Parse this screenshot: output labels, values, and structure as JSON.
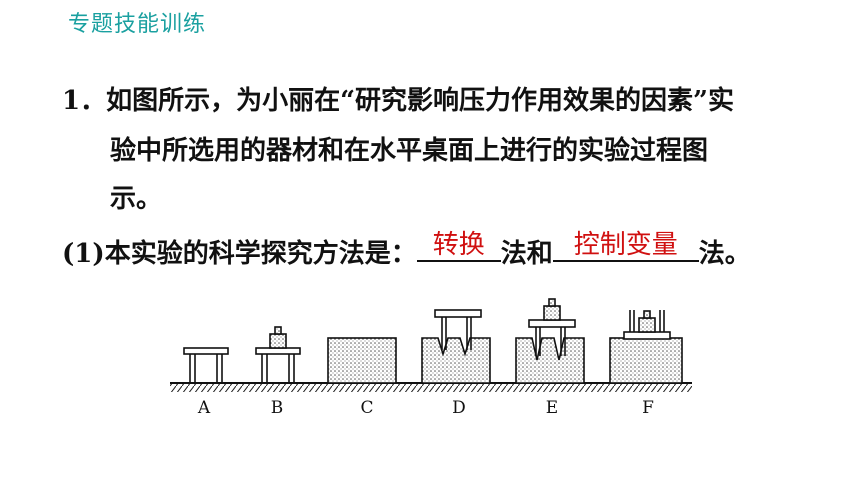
{
  "header": "专题技能训练",
  "question": {
    "number": "1．",
    "line1": "如图所示，为小丽在“研究影响压力作用效果的因素”实",
    "line2": "验中所选用的器材和在水平桌面上进行的实验过程图",
    "line3": "示。",
    "part1_prefix": "(1)本实验的科学探究方法是：",
    "part1_mid": "法和",
    "part1_suffix": "法。",
    "answer1": "转换",
    "answer2": "控制变量"
  },
  "figure": {
    "labels": [
      "A",
      "B",
      "C",
      "D",
      "E",
      "F"
    ]
  },
  "colors": {
    "header": "#1aa0a0",
    "answer": "#d01010"
  }
}
